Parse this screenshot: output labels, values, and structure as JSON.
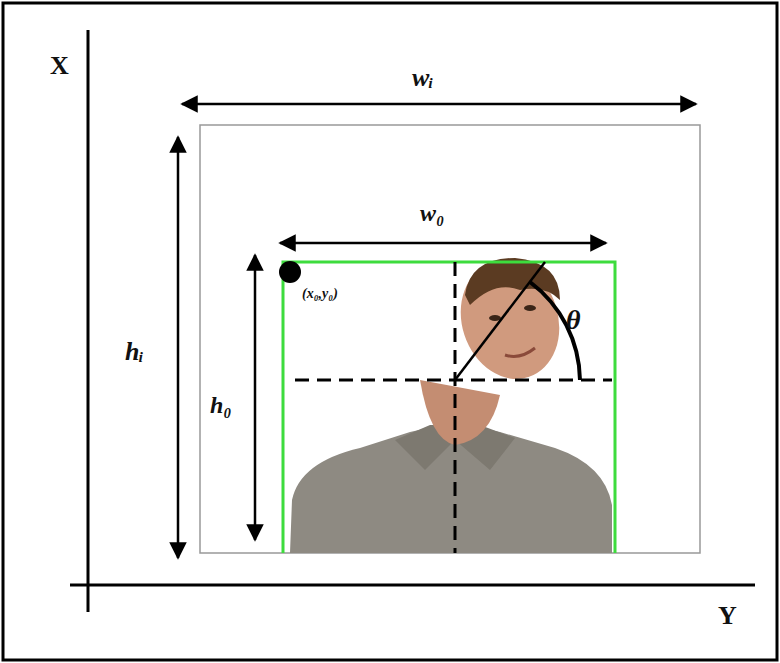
{
  "diagram": {
    "labels": [
      "X",
      "wᵢ",
      "hᵢ",
      "w₀",
      "(x₀,y₀)",
      "θ",
      "h₀",
      "Y"
    ]
  }
}
